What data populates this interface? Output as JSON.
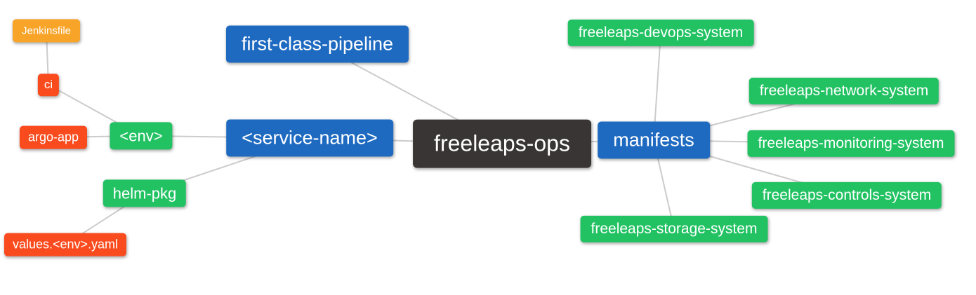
{
  "diagram": {
    "type": "mindmap",
    "root": "freeleaps-ops",
    "background": "#ffffff",
    "edge_color": "#cccccc",
    "text_color": "#ffffff",
    "palette": {
      "blue": "#1e6ac1",
      "green": "#22c263",
      "red": "#f94b1d",
      "orange": "#f7a428",
      "dark": "#3a3535"
    },
    "nodes": {
      "freeleaps_ops": {
        "label": "freeleaps-ops",
        "color": "dark"
      },
      "first_class_pipeline": {
        "label": "first-class-pipeline",
        "color": "blue"
      },
      "service_name": {
        "label": "<service-name>",
        "color": "blue"
      },
      "manifests": {
        "label": "manifests",
        "color": "blue"
      },
      "env": {
        "label": "<env>",
        "color": "green"
      },
      "helm_pkg": {
        "label": "helm-pkg",
        "color": "green"
      },
      "ci": {
        "label": "ci",
        "color": "red"
      },
      "argo_app": {
        "label": "argo-app",
        "color": "red"
      },
      "values_env_yaml": {
        "label": "values.<env>.yaml",
        "color": "red"
      },
      "jenkinsfile": {
        "label": "Jenkinsfile",
        "color": "orange"
      },
      "devops_system": {
        "label": "freeleaps-devops-system",
        "color": "green"
      },
      "network_system": {
        "label": "freeleaps-network-system",
        "color": "green"
      },
      "monitoring_system": {
        "label": "freeleaps-monitoring-system",
        "color": "green"
      },
      "controls_system": {
        "label": "freeleaps-controls-system",
        "color": "green"
      },
      "storage_system": {
        "label": "freeleaps-storage-system",
        "color": "green"
      }
    },
    "edges": [
      [
        "jenkinsfile",
        "ci"
      ],
      [
        "ci",
        "env"
      ],
      [
        "argo_app",
        "env"
      ],
      [
        "env",
        "service_name"
      ],
      [
        "helm_pkg",
        "service_name"
      ],
      [
        "values_env_yaml",
        "helm_pkg"
      ],
      [
        "first_class_pipeline",
        "freeleaps_ops"
      ],
      [
        "service_name",
        "freeleaps_ops"
      ],
      [
        "freeleaps_ops",
        "manifests"
      ],
      [
        "manifests",
        "devops_system"
      ],
      [
        "manifests",
        "network_system"
      ],
      [
        "manifests",
        "monitoring_system"
      ],
      [
        "manifests",
        "controls_system"
      ],
      [
        "manifests",
        "storage_system"
      ]
    ]
  }
}
